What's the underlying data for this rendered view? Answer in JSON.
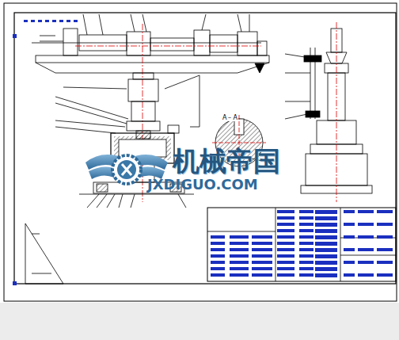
{
  "diagram": {
    "labels": [
      "A－A",
      "机械帝国",
      "JXDIGUO.COM"
    ]
  }
}
